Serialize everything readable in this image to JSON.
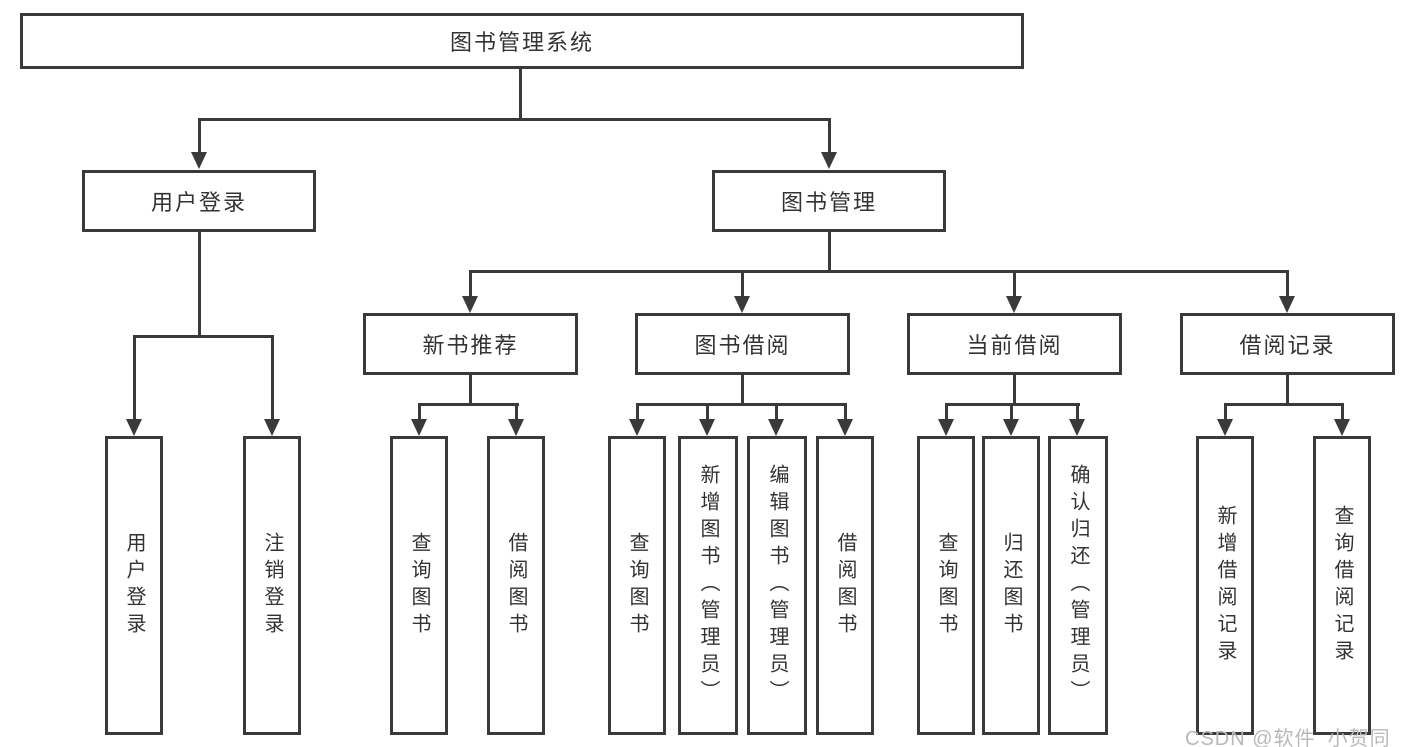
{
  "colors": {
    "line": "#3a3a3a",
    "text": "#333333",
    "background": "#ffffff",
    "watermark": "#b9b9b9"
  },
  "watermark": "CSDN @软件_小贺同学",
  "tree": {
    "root": {
      "label": "图书管理系统"
    },
    "level2": [
      {
        "label": "用户登录"
      },
      {
        "label": "图书管理"
      }
    ],
    "level3": [
      {
        "label": "新书推荐"
      },
      {
        "label": "图书借阅"
      },
      {
        "label": "当前借阅"
      },
      {
        "label": "借阅记录"
      }
    ],
    "leaves": {
      "user_login": [
        "用户登录",
        "注销登录"
      ],
      "new_book": [
        "查询图书",
        "借阅图书"
      ],
      "book_borrow": [
        "查询图书",
        "新增图书（管理员）",
        "编辑图书（管理员）",
        "借阅图书"
      ],
      "current_borrow": [
        "查询图书",
        "归还图书",
        "确认归还（管理员）"
      ],
      "borrow_record": [
        "新增借阅记录",
        "查询借阅记录"
      ]
    }
  }
}
